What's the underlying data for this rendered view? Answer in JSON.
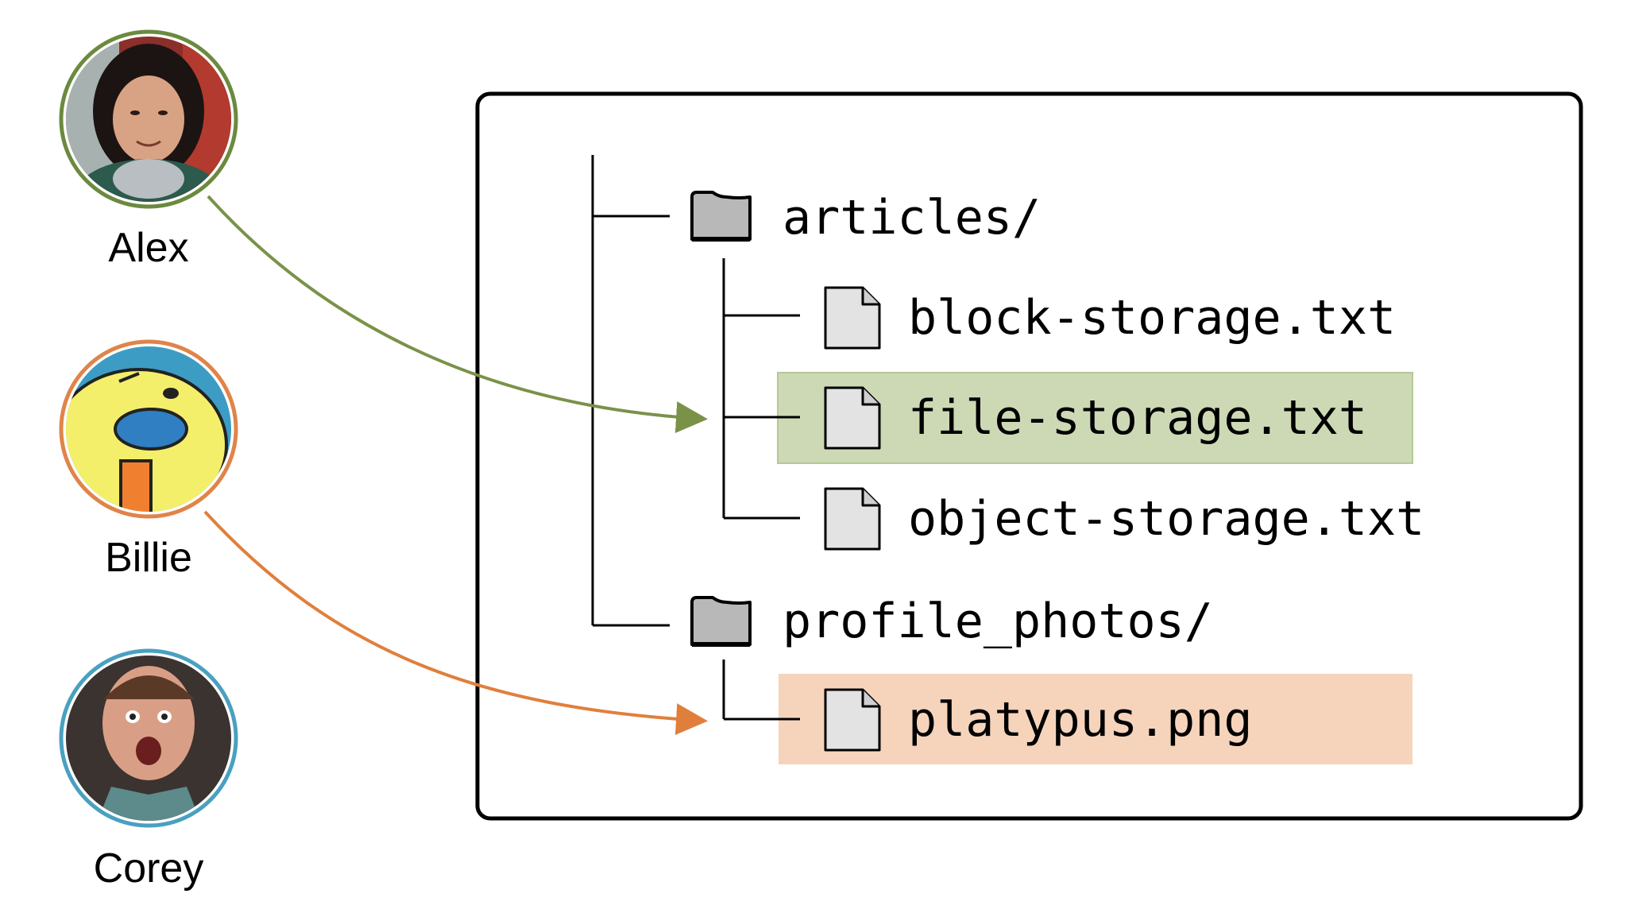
{
  "users": [
    {
      "name": "Alex",
      "ring_color": "#6b8a3e",
      "avatar": "person-photo-long-hair"
    },
    {
      "name": "Billie",
      "ring_color": "#e0844a",
      "avatar": "cartoon-platypus"
    },
    {
      "name": "Corey",
      "ring_color": "#4aa0c0",
      "avatar": "person-photo-surprised"
    }
  ],
  "tree": {
    "folders": [
      {
        "name": "articles/",
        "icon": "folder-icon",
        "files": [
          "block-storage.txt",
          "file-storage.txt",
          "object-storage.txt"
        ]
      },
      {
        "name": "profile_photos/",
        "icon": "folder-icon",
        "files": [
          "platypus.png"
        ]
      }
    ]
  },
  "highlights": {
    "green_fill": "#cdd9b4",
    "green_border": "#b3c996",
    "orange_fill": "#f6d4bc"
  },
  "connections": [
    {
      "from": "Alex",
      "to": "file-storage.txt",
      "color": "#7a9248"
    },
    {
      "from": "Billie",
      "to": "platypus.png",
      "color": "#e07f3c"
    }
  ]
}
